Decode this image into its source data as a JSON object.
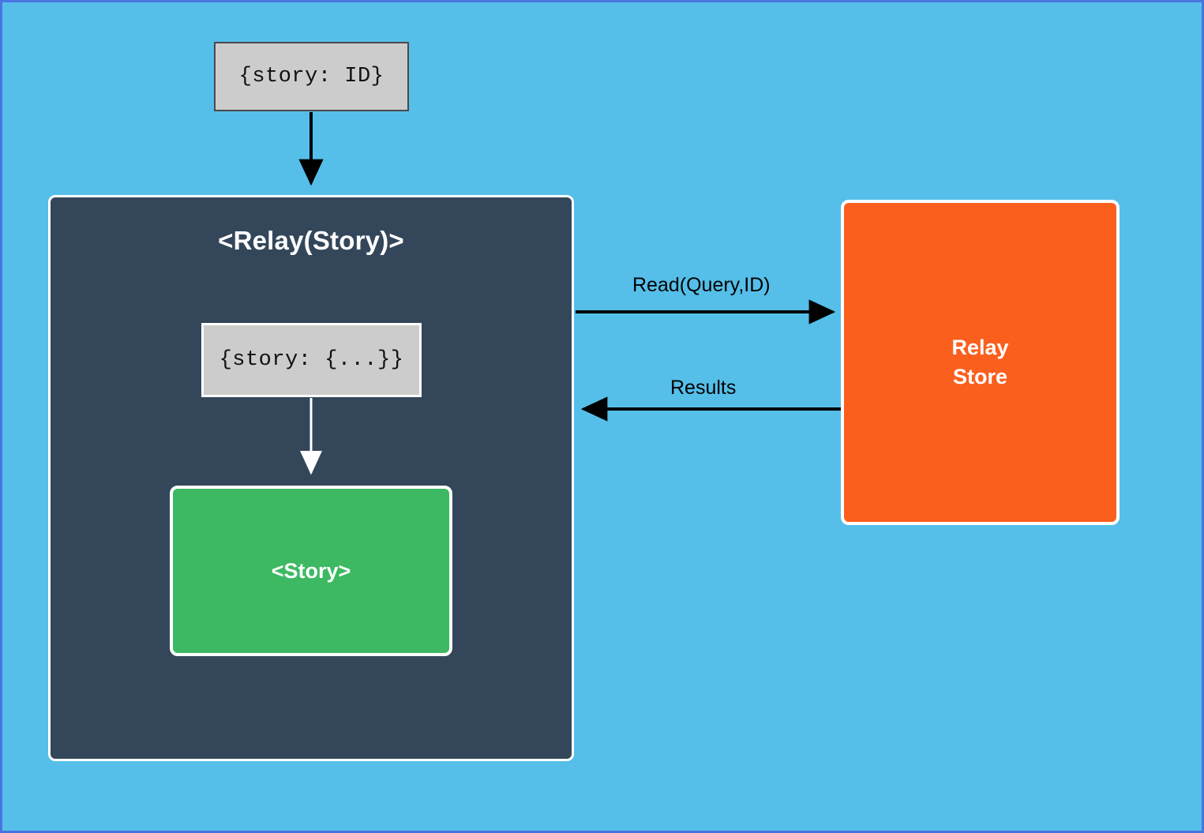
{
  "diagram": {
    "type": "flow-diagram",
    "background_color": "#55bfe9",
    "nodes": {
      "props_input": {
        "label": "{story: ID}",
        "fill": "#cccccc",
        "text_color": "#111111"
      },
      "relay_container": {
        "label": "<Relay(Story)>",
        "fill": "#34465a",
        "text_color": "#ffffff"
      },
      "props_resolved": {
        "label": "{story: {...}}",
        "fill": "#cccccc",
        "text_color": "#111111"
      },
      "story_component": {
        "label": "<Story>",
        "fill": "#3cb962",
        "text_color": "#ffffff"
      },
      "relay_store": {
        "label_line1": "Relay",
        "label_line2": "Store",
        "fill": "#fa5f1e",
        "text_color": "#ffffff"
      }
    },
    "edges": {
      "read": {
        "label": "Read(Query,ID)",
        "direction": "right",
        "color": "#000000"
      },
      "results": {
        "label": "Results",
        "direction": "left",
        "color": "#000000"
      },
      "props_down": {
        "label": "",
        "direction": "down",
        "color": "#000000"
      },
      "resolved_down": {
        "label": "",
        "direction": "down",
        "color": "#ffffff"
      }
    }
  }
}
